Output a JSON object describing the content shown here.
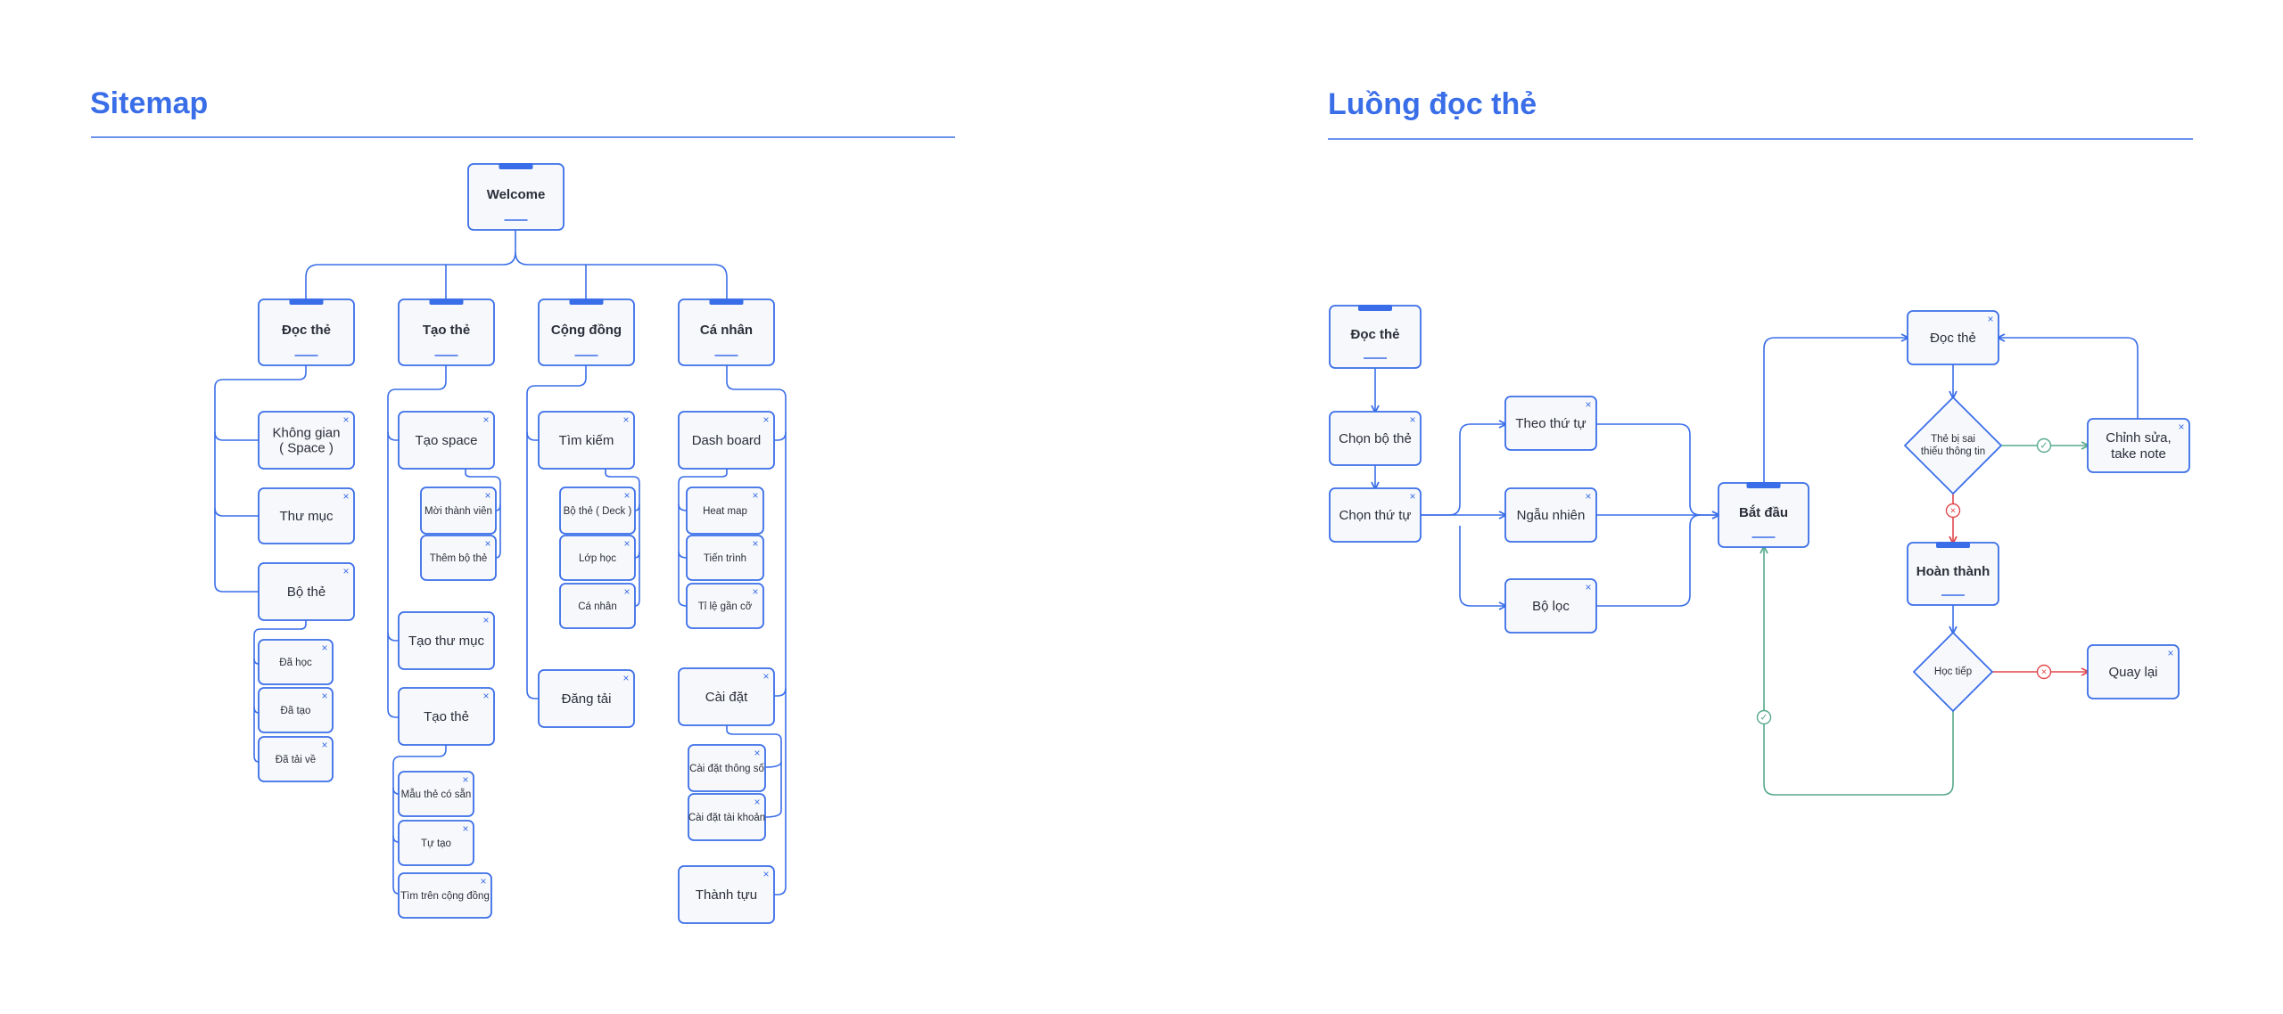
{
  "sitemap": {
    "title": "Sitemap",
    "root": "Welcome",
    "sections": {
      "doc_the": {
        "label": "Đọc thẻ",
        "items": [
          "Không gian\n( Space )",
          "Thư mục",
          "Bộ thẻ"
        ],
        "sub_bo_the": [
          "Đã học",
          "Đã tạo",
          "Đã tải về"
        ]
      },
      "tao_the": {
        "label": "Tạo thẻ",
        "tao_space": "Tạo space",
        "tao_space_children": [
          "Mời thành viên",
          "Thêm bộ thẻ"
        ],
        "tao_thu_muc": "Tạo  thư mục",
        "tao_the": "Tạo  thẻ",
        "tao_the_children": [
          "Mẫu thẻ có sẵn",
          "Tự tạo",
          "Tìm trên cộng đồng"
        ]
      },
      "cong_dong": {
        "label": "Cộng đồng",
        "tim_kiem": "Tìm kiếm",
        "tim_kiem_children": [
          "Bộ thẻ ( Deck )",
          "Lớp học",
          "Cá nhân"
        ],
        "dang_tai": "Đăng tải"
      },
      "ca_nhan": {
        "label": "Cá nhân",
        "dashboard": "Dash board",
        "dashboard_children": [
          "Heat map",
          "Tiến trình",
          "Tỉ lệ gần cỡ"
        ],
        "cai_dat": "Cài đặt",
        "cai_dat_children": [
          "Cài đặt thông số",
          "Cài đặt tài khoản"
        ],
        "thanh_tuu": "Thành tựu"
      }
    }
  },
  "flow": {
    "title": "Luồng đọc thẻ",
    "start": "Đọc thẻ",
    "chon_bo_the": "Chọn bộ thẻ",
    "chon_thu_tu": "Chọn thứ tự",
    "orders": [
      "Theo thứ tự",
      "Ngẫu nhiên",
      "Bộ lọc"
    ],
    "bat_dau": "Bắt đầu",
    "doc_the": "Đọc thẻ",
    "decision_1": "Thẻ bị sai\nthiếu thông tin",
    "chinh_sua": "Chỉnh sửa,\ntake note",
    "hoan_thanh": "Hoàn thành",
    "decision_2": "Học tiếp",
    "quay_lai": "Quay lại"
  },
  "colors": {
    "primary": "#3a6ee8",
    "node_fill": "#f7f8fb",
    "text": "#2b2f3a",
    "green": "#56a98a",
    "red": "#e0474c"
  },
  "icons": {
    "close": "×",
    "check": "✓",
    "cross": "×"
  }
}
